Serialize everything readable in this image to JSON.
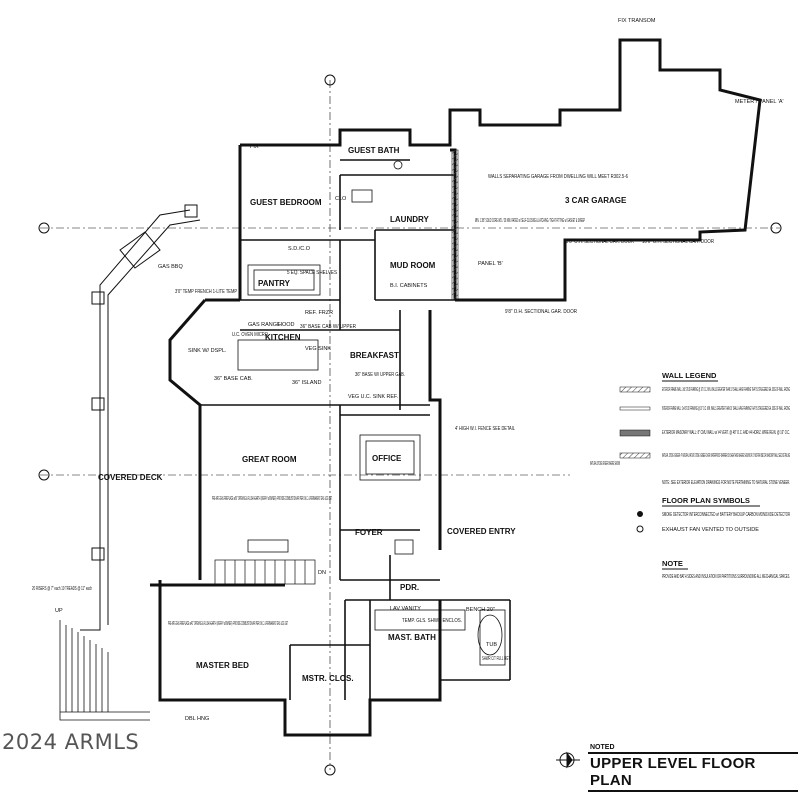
{
  "watermark": "2024 ARMLS",
  "title_block": {
    "noted": "NOTED",
    "title": "UPPER LEVEL FLOOR PLAN"
  },
  "rooms": {
    "guest_bath": "GUEST BATH",
    "guest_bedroom": "GUEST BEDROOM",
    "laundry": "LAUNDRY",
    "garage": "3 CAR GARAGE",
    "mud_room": "MUD ROOM",
    "pantry": "PANTRY",
    "kitchen": "KITCHEN",
    "breakfast": "BREAKFAST",
    "great_room": "GREAT ROOM",
    "office": "OFFICE",
    "covered_deck": "COVERED DECK",
    "foyer": "FOYER",
    "covered_entry": "COVERED ENTRY",
    "pdr": "PDR.",
    "mast_bath": "MAST. BATH",
    "master_bed": "MASTER BED",
    "mstr_clos": "MSTR. CLOS."
  },
  "notes": {
    "garage_walls": "WALLS SEPARATING GARAGE FROM DWELLING WILL MEET R302.5-6",
    "door_note": "MIN. 1 3/8\" SOLID CORE WD. / 20 MIN. RATED w/ SELF-CLOSING & LATCHING / TIGHT FITTING w/ GASKET & SWEEP",
    "panel_b": "PANEL 'B'",
    "meter": "METER / PANEL 'A'",
    "fix_transom": "FIX TRANSOM",
    "fireplace_great": "PRE-MFG GAS FIREPLACE w/60\" OPENING & FLUSH HEARTH (VERIFY w/OWNER) -PROVIDE COMBUSTION AIR PER I.M.C. & PERMANENT GAS LOG SET",
    "fireplace_master": "PRE-MFG GAS FIREPLACE w/42\" OPENING & FLUSH HEARTH (VERIFY w/OWNER) -PROVIDE COMBUSTION AIR PER I.M.C. & PERMANENT GAS LOG SET",
    "fence": "4' HIGH W.I. FENCE SEE DETAIL",
    "gas_bbq": "GAS BBQ",
    "shelves": "5 EQ. SPACE SHELVES",
    "bi_cabinets": "B.I. CABINETS",
    "island": "36\" ISLAND",
    "base_cab": "36\" BASE CAB.",
    "sink_disp": "SINK W/ DSPL.",
    "veg_sink": "VEG SINK",
    "gas_range": "GAS RANGE",
    "uc_oven": "U.C. OVEN MICRO",
    "hood": "HOOD",
    "ref_frzr": "REF.  FRZR",
    "base_upper": "36\" BASE CAB W/ UPPER",
    "base_upper_gab": "36\" BASE W/ UPPER GAB.",
    "veg_uc": "VEG U.C. SINK REF.",
    "shwr_full_hgt": "SHWR C/T FULL HGT",
    "temp_shwr": "TEMP. GLS. SHWR ENCLOS.",
    "bench": "BENCH 20\"",
    "tub": "TUB",
    "lav_vanity": "LAV  VANITY",
    "risers": "20 RISERS @ 7\" each 19 TREADS @ 11\" each",
    "stair_dn": "DN",
    "up": "UP",
    "garage_doors_1": "9'8\" O.H. SECTIONAL GAR. DOOR",
    "garage_doors_2": "16'0\" O.H. SECTIONAL GAR. DOOR",
    "garage_doors_3": "9'8\" O.H. SECTIONAL GAR. DOOR",
    "dbl_hng": "DBL HNG",
    "fix": "FIX",
    "sd_co": "S.D./C.O",
    "clo": "CLO",
    "french_temp": "3'0\" TEMP FRENCH 1-LITE TEMP"
  },
  "legend": {
    "wall_title": "WALL LEGEND",
    "wall_items": [
      "EXTERIOR FRAME WALL: 2x6 STUD FRAMING @ 16\" O.C. MIN. WALLS GREATER THAN 10' SHALL HAVE FRAMING THAT IS STAGGERED EA. SIDE OF WALL FACING",
      "INTERIOR FRAME WALL: 2x4 STUD FRAMING @ 16\" O.C. MIN. WALLS GREATER THAN 10' SHALL HAVE FRAMING THAT IS STAGGERED EA. SIDE OF WALL FACING",
      "EXTERIOR MASONRY WALL: 8\" CMU WALL w/ #4 VERT. @ 48\" O.C. AND #4 HORIZ. WIRE REIN. @ 16\" O.C.",
      "NATURAL STONE VENEER: 4\" NATURAL NATIVE STONE VENEER OVER WATERPROOF BARRIER ON SHEATHING WHERE SHOWN OR 1\" MORTAR BED OR MASONRY WALL SEED DETAILING",
      "NOTE: SEE EXTERIOR ELEVATION DRAWINGS FOR NOTE PERTAINING TO NATURAL STONE VENEER."
    ],
    "stone_label": "NATURAL STONE VENEER WHERE SHOWN",
    "symbols_title": "FLOOR PLAN SYMBOLS",
    "symbol_items": [
      "SMOKE DETECTOR INTERCONNECTED w/ BATTERY BACKUP CARBON MONOXIDE DETECTOR",
      "EXHAUST FAN VENTED TO OUTSIDE"
    ],
    "note_title": "NOTE",
    "note_text": "PROVIDE AND BATH SIDES AND INSULATION OR PARTITIONS SURROUNDING ALL MECHANICAL SPACES."
  },
  "colors": {
    "ink": "#111111",
    "hatch": "#444444",
    "background": "#ffffff"
  }
}
